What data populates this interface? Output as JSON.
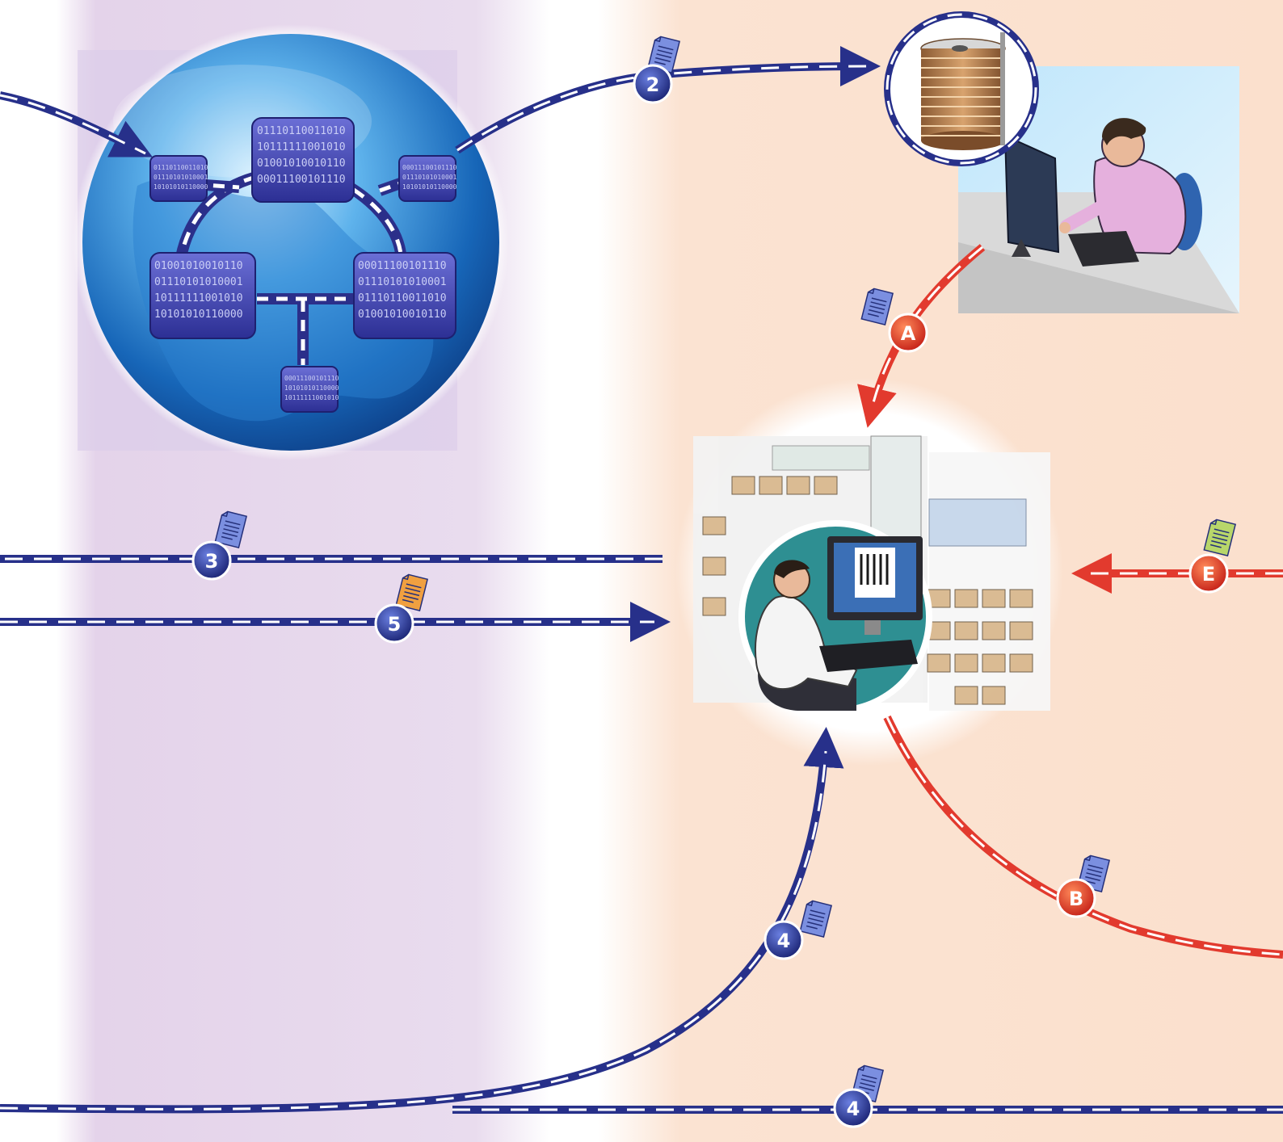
{
  "colors": {
    "left_panel": "#e6d6ec",
    "right_panel": "#fbe1cf",
    "blue_flow": "#27308a",
    "red_flow": "#e23a2e",
    "badge_blue": "#2c3a9a",
    "badge_red": "#e8472b"
  },
  "steps": [
    {
      "id": "step-2",
      "label": "2",
      "kind": "blue",
      "doc_color": "blue"
    },
    {
      "id": "step-3",
      "label": "3",
      "kind": "blue",
      "doc_color": "blue"
    },
    {
      "id": "step-5",
      "label": "5",
      "kind": "blue",
      "doc_color": "orange"
    },
    {
      "id": "step-4a",
      "label": "4",
      "kind": "blue",
      "doc_color": "blue"
    },
    {
      "id": "step-4b",
      "label": "4",
      "kind": "blue",
      "doc_color": "blue"
    },
    {
      "id": "step-A",
      "label": "A",
      "kind": "red",
      "doc_color": "blue"
    },
    {
      "id": "step-B",
      "label": "B",
      "kind": "red",
      "doc_color": "blue"
    },
    {
      "id": "step-E",
      "label": "E",
      "kind": "red",
      "doc_color": "green"
    }
  ],
  "icons": {
    "globe": "globe-network-icon",
    "storage": "disk-storage-icon",
    "office_user": "computer-user-icon",
    "lab": "sample-archive-lab-icon",
    "document": "document-icon"
  },
  "binary": {
    "row1": "01110110011010",
    "row2": "10111111001010",
    "row3": "01001010010110",
    "row4": "00011100101110",
    "row5": "01110101010001",
    "row6": "10101010110000"
  }
}
